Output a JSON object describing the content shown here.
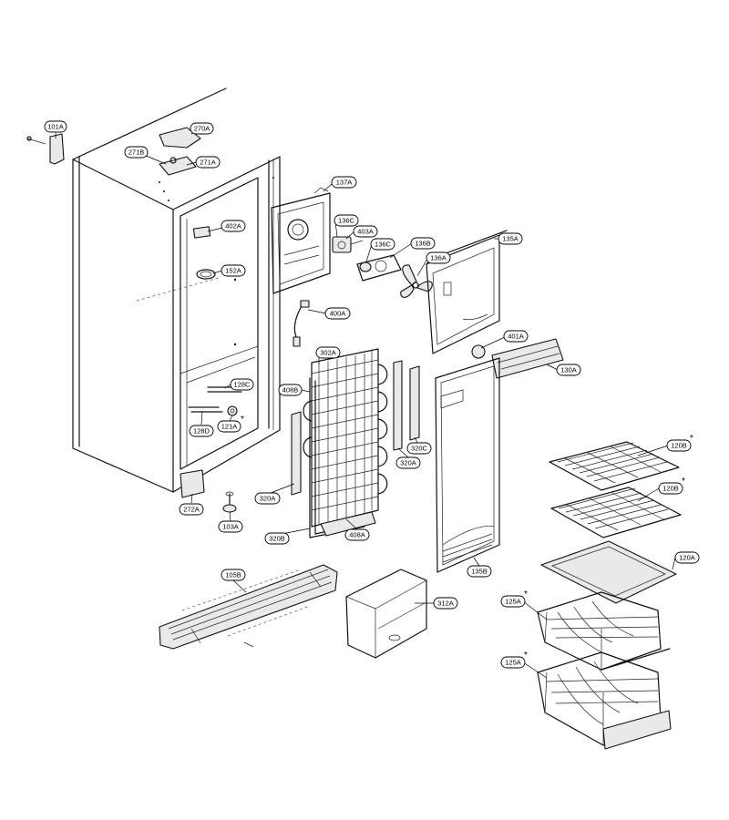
{
  "labels": {
    "l101A": "101A",
    "l270A": "270A",
    "l271B": "271B",
    "l271A": "271A",
    "l402A": "402A",
    "l152A": "152A",
    "l137A": "137A",
    "l136C1": "136C",
    "l403A": "403A",
    "l136C2": "136C",
    "l136B": "136B",
    "l136A": "136A",
    "l135A1": "135A",
    "l400A": "400A",
    "l302A": "302A",
    "l401A": "401A",
    "l130A": "130A",
    "l408B": "408B",
    "l128C": "128C",
    "l121A": "121A",
    "l128D": "128D",
    "l320C": "320C",
    "l320A1": "320A",
    "l320A2": "320A",
    "l120B1": "120B",
    "l120B2": "120B",
    "l272A": "272A",
    "l103A": "103A",
    "l320B": "320B",
    "l408A": "408A",
    "l135B": "135B",
    "l120A": "120A",
    "l105B": "105B",
    "l312A": "312A",
    "l125A1": "125A",
    "l125A2": "125A"
  },
  "markers": {
    "star": "*"
  }
}
